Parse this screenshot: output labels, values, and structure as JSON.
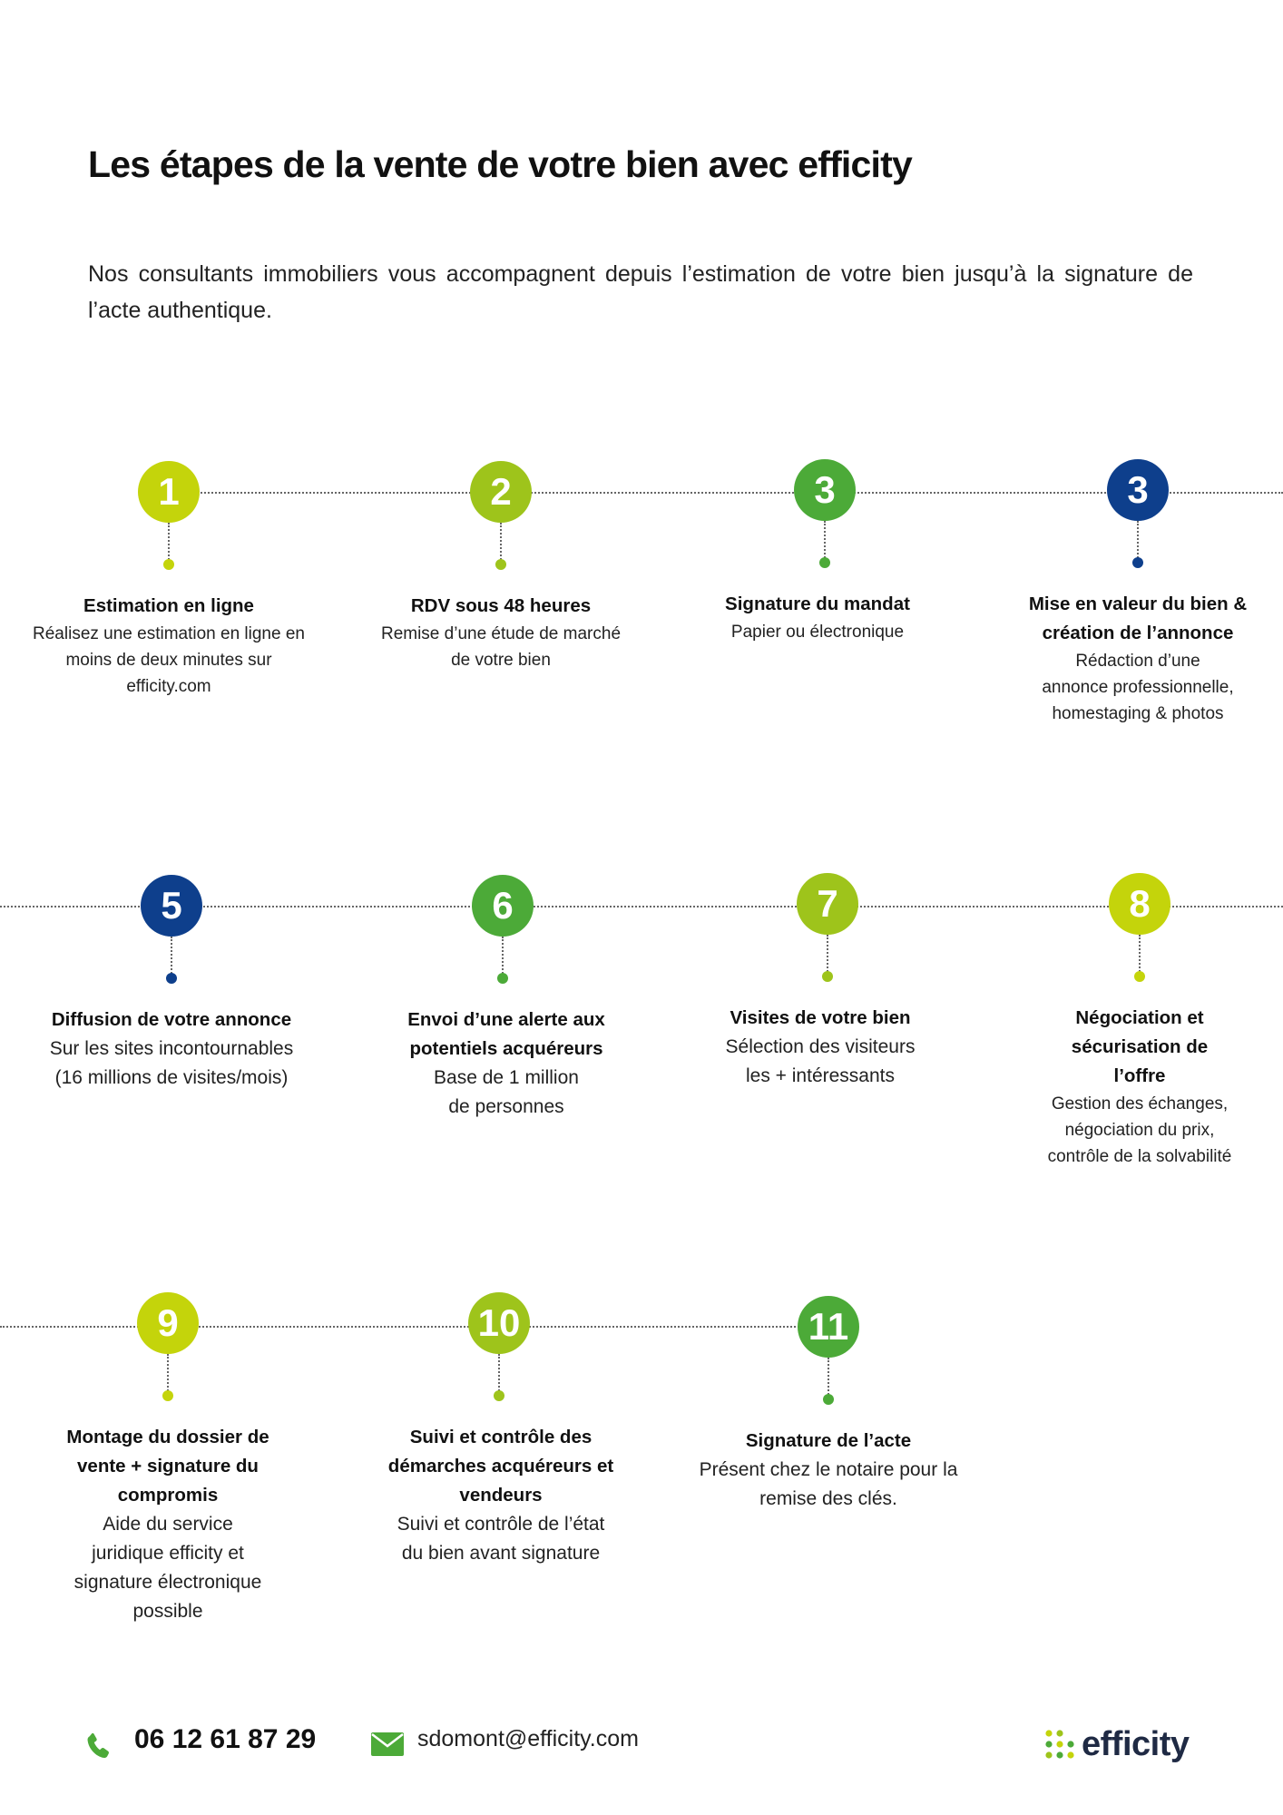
{
  "title": "Les étapes de la vente de votre bien avec efficity",
  "intro": "Nos consultants immobiliers vous accompagnent depuis l’estimation de votre bien jusqu’à la signature de l’acte authentique.",
  "colors": {
    "yellow_green": "#c4d40b",
    "light_green": "#9ec41b",
    "green": "#4caa38",
    "blue": "#0e3f8c"
  },
  "steps": [
    {
      "number": "1",
      "title": "Estimation en ligne",
      "desc": "Réalisez une estimation en ligne en moins de deux minutes sur efficity.com"
    },
    {
      "number": "2",
      "title": "RDV sous 48 heures",
      "desc": "Remise d’une étude de marché de votre bien"
    },
    {
      "number": "3",
      "title": "Signature du mandat",
      "desc": "Papier ou électronique"
    },
    {
      "number": "3",
      "title": "Mise en valeur du bien & création de l’annonce",
      "desc": "Rédaction d’une annonce professionnelle, homestaging & photos"
    },
    {
      "number": "5",
      "title": "Diffusion de votre annonce",
      "desc": "Sur les sites incontournables (16 millions de visites/mois)"
    },
    {
      "number": "6",
      "title": "Envoi d’une alerte aux potentiels acquéreurs",
      "desc": "Base de 1 million de personnes"
    },
    {
      "number": "7",
      "title": "Visites de votre bien",
      "desc": "Sélection des visiteurs les + intéressants"
    },
    {
      "number": "8",
      "title": "Négociation et sécurisation de l’offre",
      "desc": "Gestion des échanges, négociation du prix, contrôle de la solvabilité"
    },
    {
      "number": "9",
      "title": "Montage  du dossier de vente + signature du compromis",
      "desc": "Aide du service juridique efficity et signature électronique possible"
    },
    {
      "number": "10",
      "title": "Suivi et contrôle des démarches acquéreurs et vendeurs",
      "desc": "Suivi et contrôle de l’état du bien avant signature"
    },
    {
      "number": "11",
      "title": "Signature de l’acte",
      "desc": "Présent chez le notaire pour la remise des clés."
    }
  ],
  "footer": {
    "phone": "06 12 61 87 29",
    "email": "sdomont@efficity.com",
    "logo_text": "efficity",
    "phone_icon": "phone-icon",
    "mail_icon": "mail-icon"
  }
}
